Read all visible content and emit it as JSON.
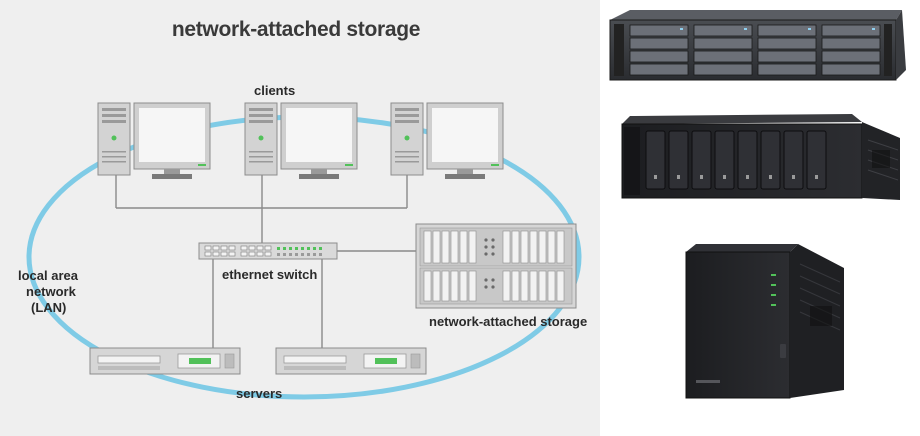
{
  "diagram": {
    "title": "network-attached storage",
    "labels": {
      "clients": "clients",
      "switch": "ethernet switch",
      "lan_line1": "local area",
      "lan_line2": "network",
      "lan_line3": "(LAN)",
      "nas": "network-attached storage",
      "servers": "servers"
    },
    "colors": {
      "lan_ring": "#7fcbe6",
      "cable": "#8a8a8a",
      "device_gray": "#cfcfcf",
      "status_green": "#52c15a",
      "panel_bg": "#efefef"
    }
  },
  "photos": {
    "items": [
      {
        "name": "rackmount-nas-photo"
      },
      {
        "name": "desktop-8-bay-nas-photo"
      },
      {
        "name": "desktop-2-bay-nas-photo"
      }
    ]
  }
}
